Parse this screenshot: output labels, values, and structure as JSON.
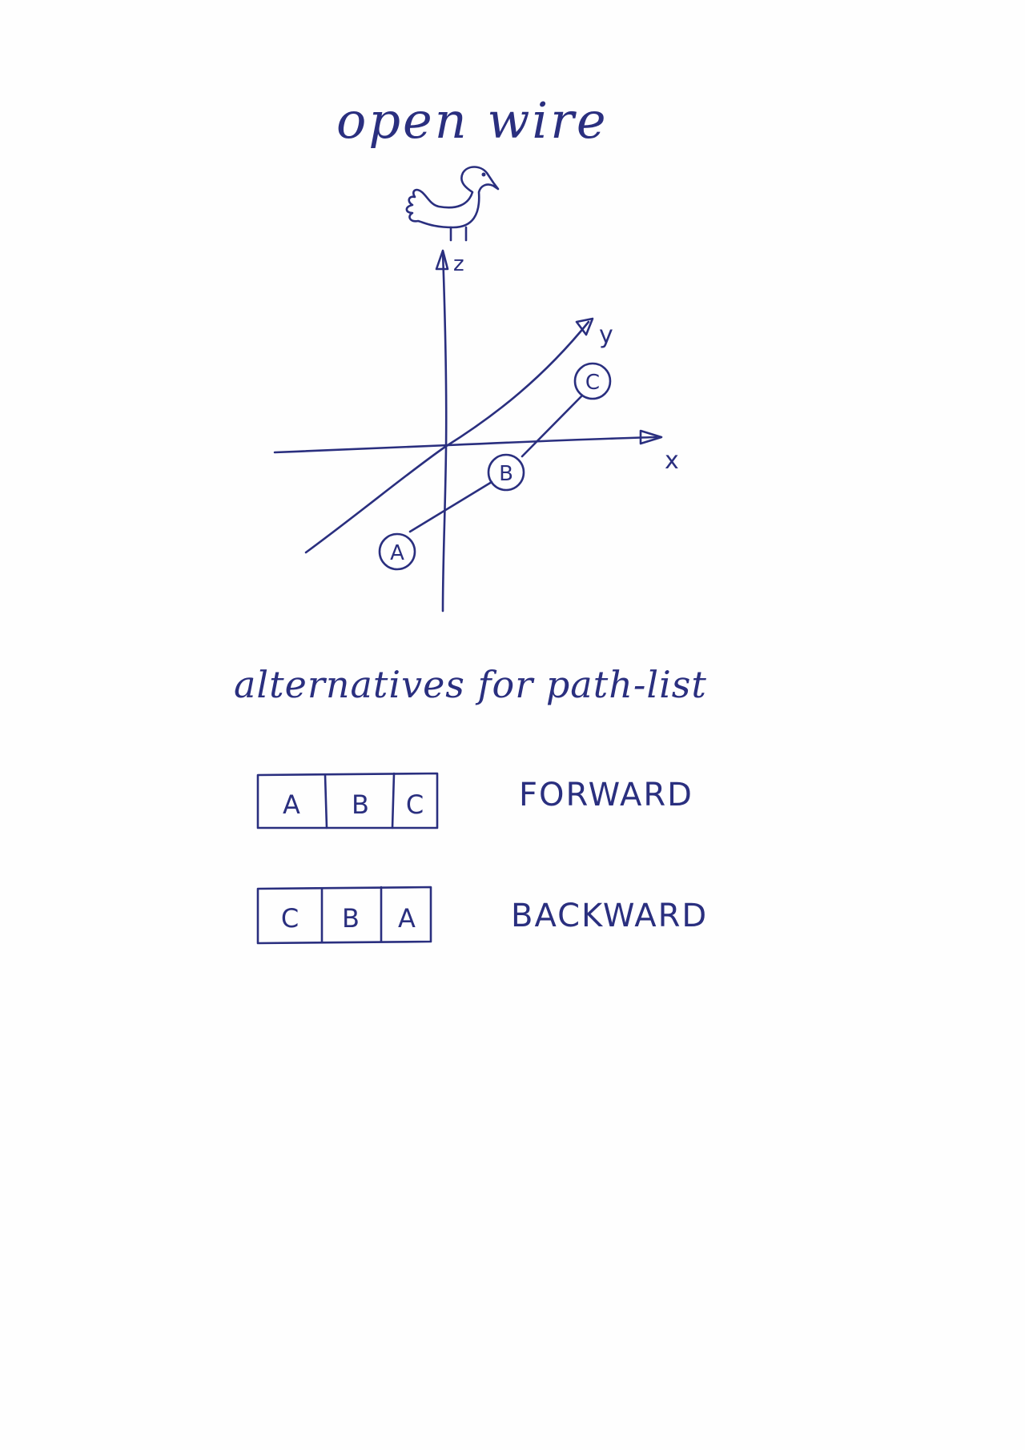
{
  "title": "open wire",
  "axes": {
    "z": "z",
    "y": "y",
    "x": "x"
  },
  "points": {
    "a": "A",
    "b": "B",
    "c": "C"
  },
  "subtitle": "alternatives for path-list",
  "lists": {
    "forward": {
      "cells": [
        "A",
        "B",
        "C"
      ],
      "label": "FORWARD"
    },
    "backward": {
      "cells": [
        "C",
        "B",
        "A"
      ],
      "label": "BACKWARD"
    }
  },
  "ink_color": "#2a2f7f",
  "icons": [
    "bird-icon"
  ]
}
